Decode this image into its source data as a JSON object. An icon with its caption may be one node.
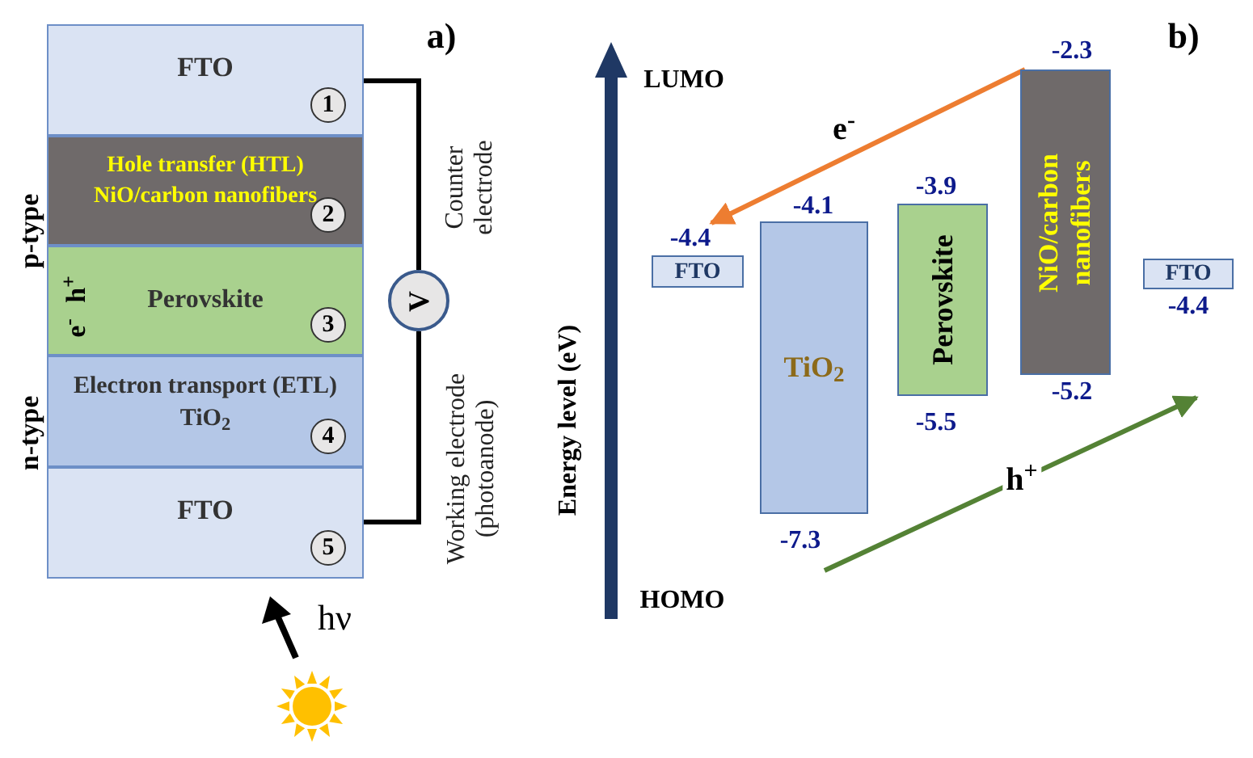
{
  "diagram": {
    "nodes": [
      {
        "text": [
          "FTO"
        ]
      },
      {
        "text": [
          "1"
        ],
        "in": 0
      },
      {
        "text": [
          "Hole transfer (HTL)",
          "NiO/carbon nanofibers"
        ]
      },
      {
        "text": [
          "2"
        ],
        "in": 2
      },
      {
        "text": [
          "Perovskite"
        ]
      },
      {
        "text": [
          "3"
        ],
        "in": 4
      },
      {
        "text": [
          "Electron transport (ETL)",
          "TiO$_{2}$"
        ]
      },
      {
        "text": [
          "4"
        ],
        "in": 6
      },
      {
        "text": [
          "FTO"
        ]
      },
      {
        "text": [
          "5"
        ],
        "in": 8
      },
      {
        "text": [
          "V"
        ]
      },
      {
        "text": [
          "FTO"
        ],
        "beside": [
          "-4.4"
        ]
      },
      {
        "text": [
          "TiO$_{2}$"
        ],
        "beside": [
          "-4.1",
          "-7.3"
        ]
      },
      {
        "text": [
          "Perovskite"
        ],
        "beside": [
          "-3.9",
          "-5.5"
        ]
      },
      {
        "text": [
          "NiO/carbon nanofibers"
        ],
        "beside": [
          "-2.3",
          "-5.2"
        ]
      },
      {
        "text": [
          "FTO"
        ],
        "beside": [
          "-4.4"
        ]
      }
    ],
    "edges": [
      {
        "from": 0,
        "to": 10,
        "arrow": "none"
      },
      {
        "from": 10,
        "to": 8,
        "arrow": "none"
      },
      {
        "from": 14,
        "to": 11,
        "arrow": "to",
        "label": "e$^{-}$",
        "color": "#ed7d31"
      },
      {
        "from": null,
        "to": 15,
        "arrow": "to",
        "label": "h$^{+}$",
        "color": "#548235"
      }
    ],
    "labels": [
      "a)",
      "Counter electrode",
      "p-type",
      "h$^{+}$",
      "e$^{-}$",
      "Working electrode (photoanode)",
      "n-type",
      "hν",
      "b)",
      "LUMO",
      "Energy level (eV)",
      "HOMO"
    ]
  }
}
